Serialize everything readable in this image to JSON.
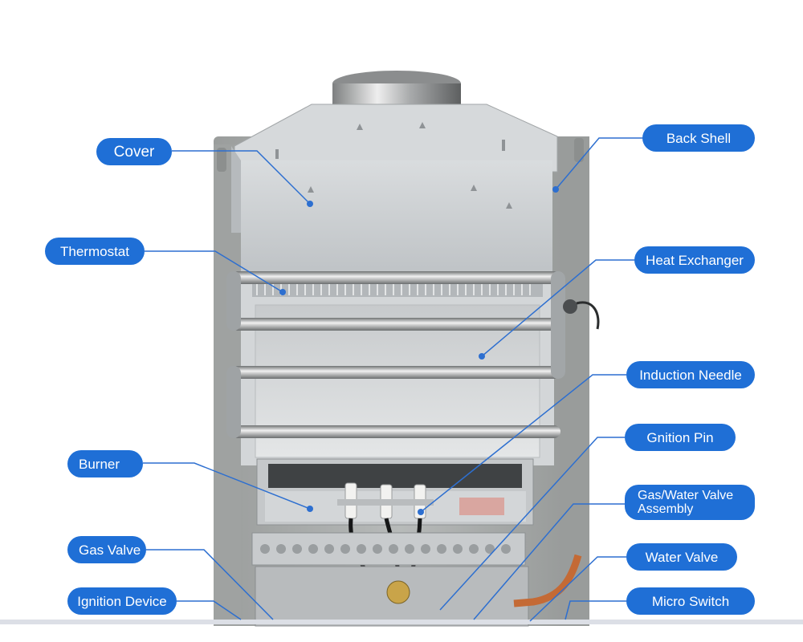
{
  "labels": {
    "cover": "Cover",
    "back_shell": "Back Shell",
    "thermostat": "Thermostat",
    "heat_exchanger": "Heat Exchanger",
    "induction_needle": "Induction Needle",
    "gnition_pin": "Gnition Pin",
    "gas_water_valve_line1": "Gas/Water Valve",
    "gas_water_valve_line2": "Assembly",
    "burner": "Burner",
    "water_valve": "Water Valve",
    "gas_valve": "Gas Valve",
    "ignition_device": "Ignition Device",
    "micro_switch": "Micro Switch"
  },
  "colors": {
    "label_fill": "#1f6fd6",
    "label_text": "#ffffff",
    "leader_line": "#2d6fd0",
    "unit_shell": "#a7aaa9",
    "cover_metal": "#cfd3d6",
    "copper_pipe": "#c46a35"
  }
}
